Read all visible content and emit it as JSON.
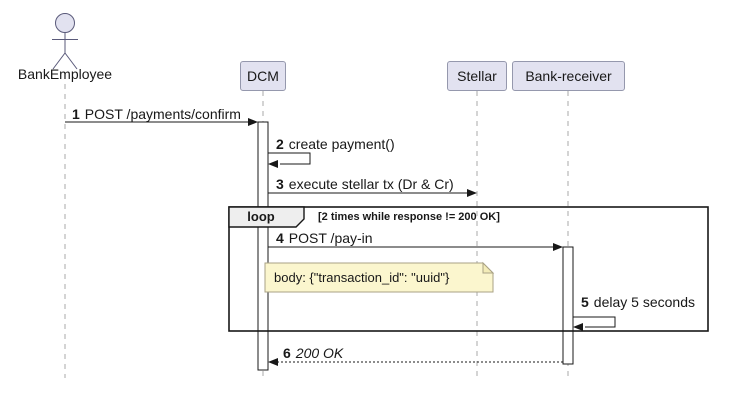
{
  "diagram": {
    "type": "uml-sequence-diagram",
    "actor": {
      "name": "BankEmployee"
    },
    "participants": [
      {
        "name": "DCM"
      },
      {
        "name": "Stellar"
      },
      {
        "name": "Bank-receiver"
      }
    ],
    "messages": [
      {
        "num": "1",
        "text": "POST /payments/confirm",
        "from": "BankEmployee",
        "to": "DCM",
        "style": "solid"
      },
      {
        "num": "2",
        "text": "create payment()",
        "from": "DCM",
        "to": "DCM",
        "style": "self"
      },
      {
        "num": "3",
        "text": "execute stellar tx (Dr & Cr)",
        "from": "DCM",
        "to": "Stellar",
        "style": "solid"
      },
      {
        "num": "4",
        "text": "POST /pay-in",
        "from": "DCM",
        "to": "Bank-receiver",
        "style": "solid"
      },
      {
        "num": "5",
        "text": "delay 5 seconds",
        "from": "Bank-receiver",
        "to": "Bank-receiver",
        "style": "self"
      },
      {
        "num": "6",
        "text": "200 OK",
        "from": "Bank-receiver",
        "to": "DCM",
        "style": "dotted-return"
      }
    ],
    "loop_fragment": {
      "label": "loop",
      "condition": "[2 times while response != 200 OK]"
    },
    "note": {
      "text": "body: {\"transaction_id\": \"uuid\"}"
    },
    "colors": {
      "background": "#FFFFFF",
      "participant_fill": "#E2E2F0",
      "participant_border": "#9598AD",
      "lifeline": "#A9A9A9",
      "line": "#181818",
      "loop_header_fill": "#EEEEEE",
      "note_fill": "#FBF6CE",
      "note_border": "#A9A285",
      "activation_fill": "#FFFFFF"
    }
  }
}
